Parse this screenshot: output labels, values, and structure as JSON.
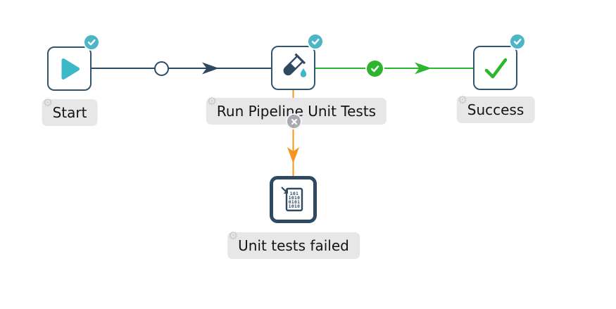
{
  "canvas": {
    "background": "#ffffff"
  },
  "colors": {
    "node_border": "#33566f",
    "node_border_thick": "#2e4a62",
    "navy_hop": "#2e4a62",
    "teal": "#3cb9c6",
    "badge_teal": "#4cb5c6",
    "green_hop": "#2db52d",
    "orange_hop": "#f7941e",
    "gray_marker": "#9ea3a8",
    "label_background": "#e7e7e7",
    "label_text": "#141414"
  },
  "nodes": {
    "start": {
      "label": "Start",
      "icon": "play-icon",
      "status": "check"
    },
    "run_tests": {
      "label": "Run Pipeline Unit Tests",
      "icon": "test-tube-icon",
      "status": "check"
    },
    "success": {
      "label": "Success",
      "icon": "check-icon",
      "status": "check"
    },
    "failed": {
      "label": "Unit tests failed",
      "icon": "binary-file-icon"
    }
  },
  "icons": {
    "ghost_glyph": "⚙",
    "binary_rows": [
      "101",
      "1010",
      "0101",
      "1010"
    ]
  }
}
